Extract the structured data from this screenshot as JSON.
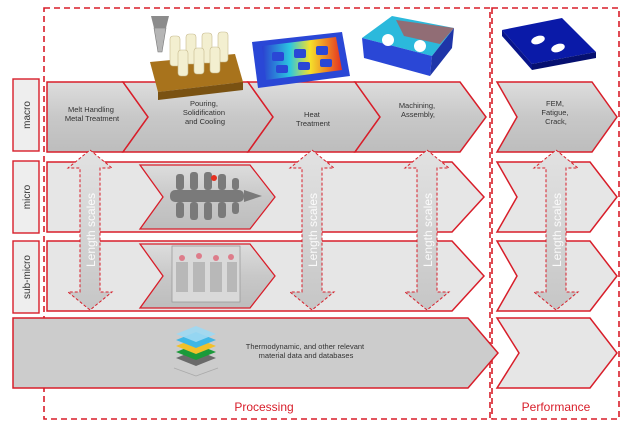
{
  "rows": [
    {
      "label": "macro"
    },
    {
      "label": "micro"
    },
    {
      "label": "sub-micro"
    }
  ],
  "stages": [
    {
      "lines": [
        "Melt Handling",
        "Metal Treatment"
      ]
    },
    {
      "lines": [
        "Pouring,",
        "Solidification",
        "and Cooling"
      ]
    },
    {
      "lines": [
        "Heat",
        "Treatment"
      ]
    },
    {
      "lines": [
        "Machining,",
        "Assembly,"
      ]
    },
    {
      "lines": [
        "FEM,",
        "Fatigue,",
        "Crack,"
      ]
    }
  ],
  "length_scale_label": "Length scales",
  "database_text": [
    "Thermodynamic, and other relevant",
    "material data and databases"
  ],
  "sections": {
    "processing": "Processing",
    "performance": "Performance"
  },
  "colors": {
    "accent_red": "#d81e2a",
    "arrow_fill": "#cfcfcf",
    "row_fill": "#e4e4e4"
  }
}
